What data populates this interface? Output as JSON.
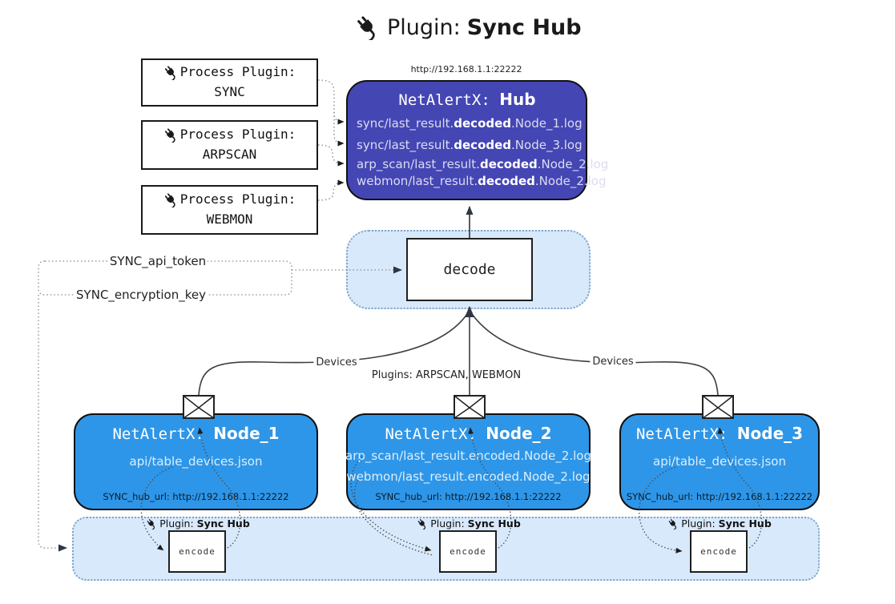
{
  "title": {
    "prefix": "Plugin: ",
    "bold": "Sync Hub"
  },
  "process_plugins": [
    {
      "label": "Process Plugin:",
      "name": "SYNC"
    },
    {
      "label": "Process Plugin:",
      "name": "ARPSCAN"
    },
    {
      "label": "Process Plugin:",
      "name": "WEBMON"
    }
  ],
  "hub": {
    "url": "http://192.168.1.1:22222",
    "title_prefix": "NetAlertX: ",
    "title_name": "Hub",
    "logs": [
      {
        "pre": "sync/last_result.",
        "bold": "decoded",
        "post": ".Node_1.log"
      },
      {
        "pre": "sync/last_result.",
        "bold": "decoded",
        "post": ".Node_3.log"
      },
      {
        "pre": "arp_scan/last_result.",
        "bold": "decoded",
        "post": ".Node_2.log"
      },
      {
        "pre": "webmon/last_result.",
        "bold": "decoded",
        "post": ".Node_2.log"
      }
    ]
  },
  "decode": {
    "label": "decode"
  },
  "tokens": {
    "api_token": "SYNC_api_token",
    "encryption_key": "SYNC_encryption_key"
  },
  "edges": {
    "devices_left": "Devices",
    "plugins_center": "Plugins: ARPSCAN, WEBMON",
    "devices_right": "Devices"
  },
  "nodes": [
    {
      "title_prefix": "NetAlertX: ",
      "title_name": "Node_1",
      "files": [
        "api/table_devices.json"
      ],
      "hub_url": "SYNC_hub_url: http://192.168.1.1:22222"
    },
    {
      "title_prefix": "NetAlertX: ",
      "title_name": "Node_2",
      "files": [
        "arp_scan/last_result.encoded.Node_2.log",
        "webmon/last_result.encoded.Node_2.log"
      ],
      "hub_url": "SYNC_hub_url: http://192.168.1.1:22222"
    },
    {
      "title_prefix": "NetAlertX: ",
      "title_name": "Node_3",
      "files": [
        "api/table_devices.json"
      ],
      "hub_url": "SYNC_hub_url: http://192.168.1.1:22222"
    }
  ],
  "encoders": [
    {
      "plugin_prefix": "Plugin: ",
      "plugin_bold": "Sync Hub",
      "label": "encode"
    },
    {
      "plugin_prefix": "Plugin: ",
      "plugin_bold": "Sync Hub",
      "label": "encode"
    },
    {
      "plugin_prefix": "Plugin: ",
      "plugin_bold": "Sync Hub",
      "label": "encode"
    }
  ],
  "colors": {
    "hub": "#4446b4",
    "node": "#2e96e8",
    "band": "#d8e9fb",
    "band_border": "#7fa3c9"
  }
}
